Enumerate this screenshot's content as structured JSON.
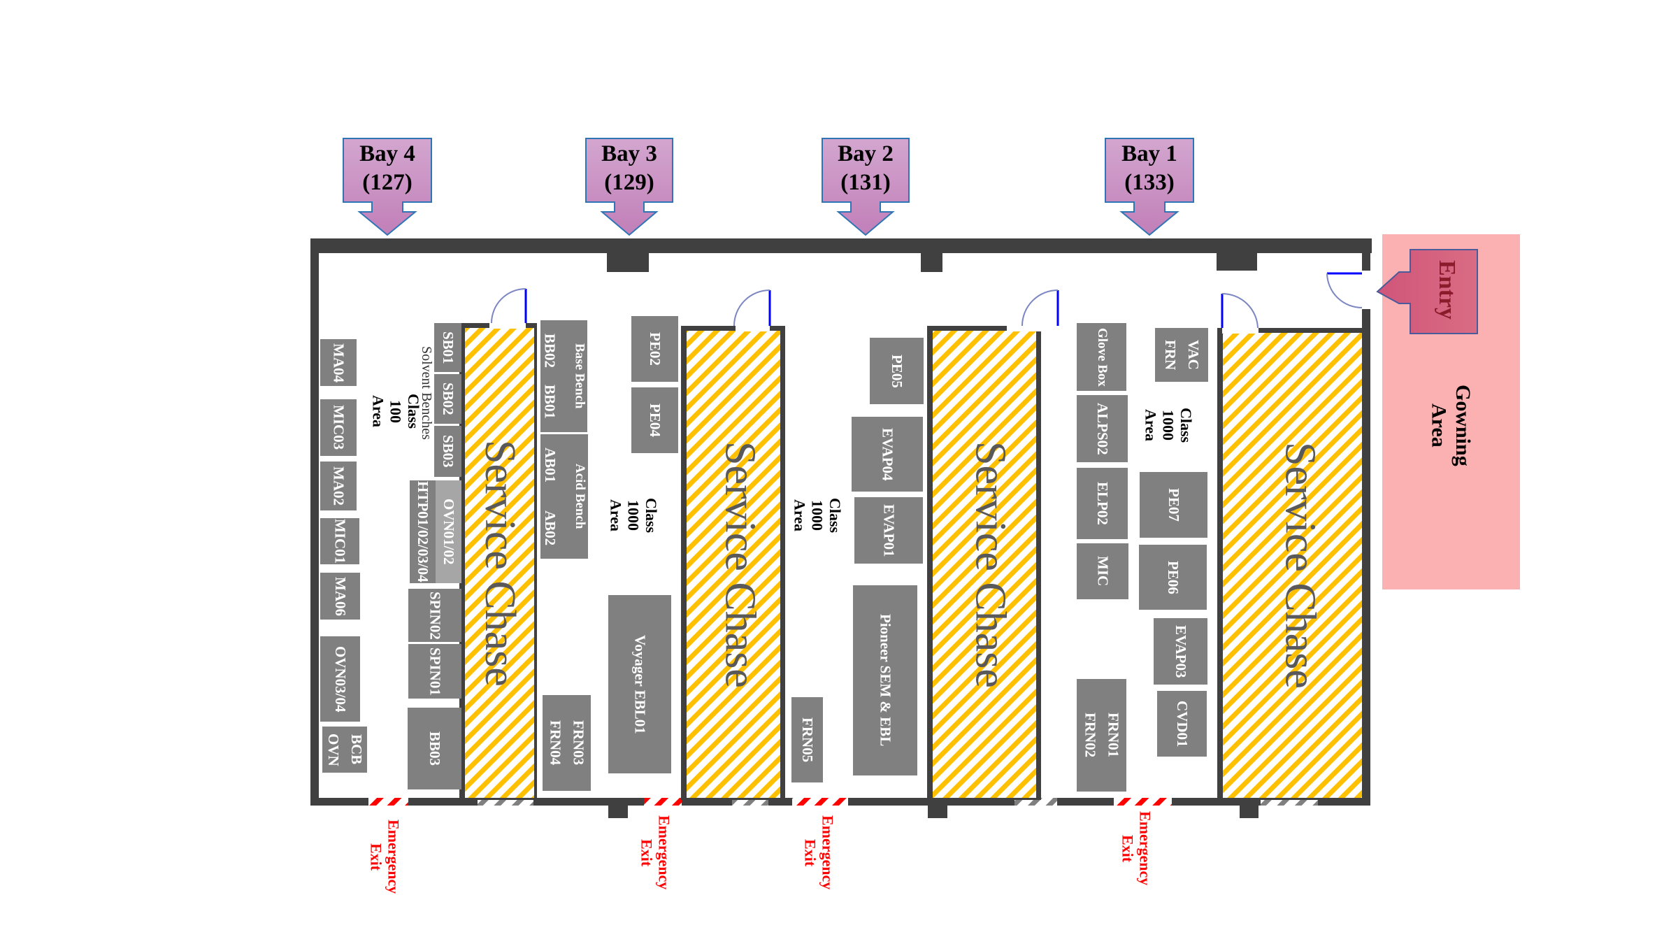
{
  "bays": [
    {
      "name": "Bay 4",
      "room": "(127)"
    },
    {
      "name": "Bay 3",
      "room": "(129)"
    },
    {
      "name": "Bay 2",
      "room": "(131)"
    },
    {
      "name": "Bay 1",
      "room": "(133)"
    }
  ],
  "service_chase_label": "Service Chase",
  "entry_label": "Entry",
  "gowning_area": {
    "line1": "Gowning",
    "line2": "Area"
  },
  "emergency_exit": {
    "line1": "Emergency",
    "line2": "Exit"
  },
  "areas": {
    "bay4": {
      "line1": "Class",
      "line2": "100",
      "line3": "Area"
    },
    "bay3": {
      "line1": "Class",
      "line2": "1000",
      "line3": "Area"
    },
    "bay2": {
      "line1": "Class",
      "line2": "1000",
      "line3": "Area"
    },
    "bay1": {
      "line1": "Class",
      "line2": "1000",
      "line3": "Area"
    }
  },
  "solvent_benches_label": "Solvent Benches",
  "equipment": {
    "bay4": {
      "ma04": "MA04",
      "mic03": "MIC03",
      "ma02": "MA02",
      "mic01": "MIC01",
      "ma06": "MA06",
      "ovn0304": "OVN03/04",
      "bcb": "BCB",
      "ovn": "OVN",
      "sb01": "SB01",
      "sb02": "SB02",
      "sb03": "SB03",
      "htp": "HTP01/02/03/04",
      "ovn0102": "OVN01/02",
      "spin02": "SPIN02",
      "spin01": "SPIN01",
      "bb03": "BB03"
    },
    "bay3": {
      "base_bench": "Base Bench",
      "bb02": "BB02",
      "bb01": "BB01",
      "acid_bench": "Acid Bench",
      "ab01": "AB01",
      "ab02": "AB02",
      "frn03": "FRN03",
      "frn04": "FRN04",
      "pe02": "PE02",
      "pe04": "PE04",
      "voyager": "Voyager EBL01"
    },
    "bay2": {
      "frn05": "FRN05",
      "pe05": "PE05",
      "evap04": "EVAP04",
      "evap01": "EVAP01",
      "pioneer": "Pioneer SEM & EBL"
    },
    "bay1": {
      "glove_box": "Glove Box",
      "alps02": "ALPS02",
      "elp02": "ELP02",
      "mic": "MIC",
      "frn01": "FRN01",
      "frn02": "FRN02",
      "vac": "VAC",
      "frn": "FRN",
      "pe07": "PE07",
      "pe06": "PE06",
      "evap03": "EVAP03",
      "cvd01": "CVD01"
    }
  },
  "colors": {
    "wall": "#404040",
    "equipment": "#808080",
    "equipment_light": "#a6a6a6",
    "chase_hatch": "#ffc000",
    "bay_label": "#c994c3",
    "bay_border": "#2e75b6",
    "entry": "#d6677f",
    "gowning": "#fbb1b1",
    "exit": "#ff0000",
    "door": "#0000ff"
  }
}
